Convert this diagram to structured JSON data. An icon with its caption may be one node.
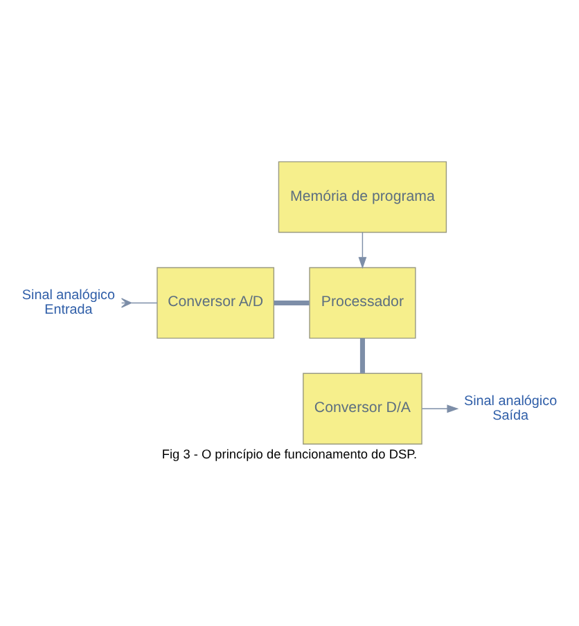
{
  "diagram": {
    "caption": "Fig 3 - O princípio de funcionamento do DSP.",
    "nodes": [
      {
        "text": [
          "Memória de programa"
        ]
      },
      {
        "text": [
          "Conversor A/D"
        ]
      },
      {
        "text": [
          "Processador"
        ]
      },
      {
        "text": [
          "Conversor D/A"
        ]
      },
      {
        "text": [
          "Sinal analógico",
          "Entrada"
        ]
      },
      {
        "text": [
          "Sinal analógico",
          "Saída"
        ]
      }
    ],
    "edges": [
      {
        "from": 0,
        "to": 2,
        "arrow": "to"
      },
      {
        "from": 4,
        "to": 1,
        "arrow": "other"
      },
      {
        "from": 1,
        "to": 2,
        "arrow": "none",
        "style": "thick"
      },
      {
        "from": 2,
        "to": 3,
        "arrow": "none",
        "style": "thick"
      },
      {
        "from": 3,
        "to": 5,
        "arrow": "to"
      }
    ]
  }
}
